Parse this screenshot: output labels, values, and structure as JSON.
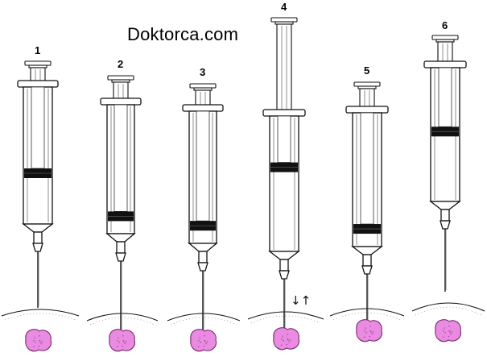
{
  "site_title": "Doktorca.com",
  "arrow_symbols": "↓↑",
  "colors": {
    "tissue_fill": "#e98be0",
    "tissue_stroke": "#7a2a72",
    "line": "#111111",
    "seal": "#111111"
  },
  "syringes": [
    {
      "label": "1",
      "fill_level": 0.3
    },
    {
      "label": "2",
      "fill_level": 0.06
    },
    {
      "label": "3",
      "fill_level": 0.06
    },
    {
      "label": "4",
      "fill_level": 0.55
    },
    {
      "label": "5",
      "fill_level": 0.06
    },
    {
      "label": "6",
      "fill_level": 0.45
    }
  ]
}
